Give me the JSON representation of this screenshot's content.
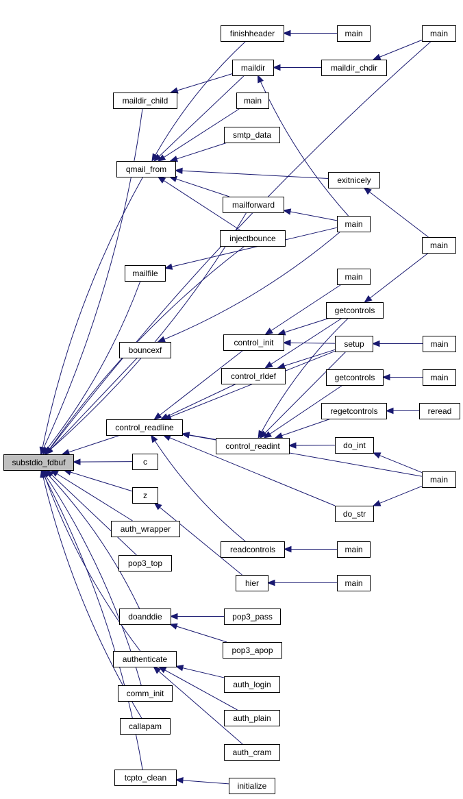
{
  "diagram": {
    "root": "substdio_fdbuf",
    "colors": {
      "edge": "#191970",
      "node_fill": "#ffffff",
      "root_fill": "#bfbfbf",
      "border": "#000000"
    },
    "nodes": [
      {
        "id": "substdio_fdbuf",
        "label": "substdio_fdbuf"
      },
      {
        "id": "finishheader",
        "label": "finishheader"
      },
      {
        "id": "main_a",
        "label": "main"
      },
      {
        "id": "main_b",
        "label": "main"
      },
      {
        "id": "maildir",
        "label": "maildir"
      },
      {
        "id": "maildir_chdir",
        "label": "maildir_chdir"
      },
      {
        "id": "maildir_child",
        "label": "maildir_child"
      },
      {
        "id": "main_c",
        "label": "main"
      },
      {
        "id": "smtp_data",
        "label": "smtp_data"
      },
      {
        "id": "qmail_from",
        "label": "qmail_from"
      },
      {
        "id": "exitnicely",
        "label": "exitnicely"
      },
      {
        "id": "mailforward",
        "label": "mailforward"
      },
      {
        "id": "main_d",
        "label": "main"
      },
      {
        "id": "injectbounce",
        "label": "injectbounce"
      },
      {
        "id": "main_e",
        "label": "main"
      },
      {
        "id": "mailfile",
        "label": "mailfile"
      },
      {
        "id": "main_f",
        "label": "main"
      },
      {
        "id": "getcontrols_a",
        "label": "getcontrols"
      },
      {
        "id": "control_init",
        "label": "control_init"
      },
      {
        "id": "setup",
        "label": "setup"
      },
      {
        "id": "main_g",
        "label": "main"
      },
      {
        "id": "bouncexf",
        "label": "bouncexf"
      },
      {
        "id": "control_rldef",
        "label": "control_rldef"
      },
      {
        "id": "getcontrols_b",
        "label": "getcontrols"
      },
      {
        "id": "main_h",
        "label": "main"
      },
      {
        "id": "regetcontrols",
        "label": "regetcontrols"
      },
      {
        "id": "reread",
        "label": "reread"
      },
      {
        "id": "control_readline",
        "label": "control_readline"
      },
      {
        "id": "control_readint",
        "label": "control_readint"
      },
      {
        "id": "do_int",
        "label": "do_int"
      },
      {
        "id": "c",
        "label": "c"
      },
      {
        "id": "main_i",
        "label": "main"
      },
      {
        "id": "z",
        "label": "z"
      },
      {
        "id": "do_str",
        "label": "do_str"
      },
      {
        "id": "auth_wrapper",
        "label": "auth_wrapper"
      },
      {
        "id": "readcontrols",
        "label": "readcontrols"
      },
      {
        "id": "main_j",
        "label": "main"
      },
      {
        "id": "pop3_top",
        "label": "pop3_top"
      },
      {
        "id": "hier",
        "label": "hier"
      },
      {
        "id": "main_k",
        "label": "main"
      },
      {
        "id": "doanddie",
        "label": "doanddie"
      },
      {
        "id": "pop3_pass",
        "label": "pop3_pass"
      },
      {
        "id": "pop3_apop",
        "label": "pop3_apop"
      },
      {
        "id": "authenticate",
        "label": "authenticate"
      },
      {
        "id": "auth_login",
        "label": "auth_login"
      },
      {
        "id": "comm_init",
        "label": "comm_init"
      },
      {
        "id": "auth_plain",
        "label": "auth_plain"
      },
      {
        "id": "callapam",
        "label": "callapam"
      },
      {
        "id": "auth_cram",
        "label": "auth_cram"
      },
      {
        "id": "tcpto_clean",
        "label": "tcpto_clean"
      },
      {
        "id": "initialize",
        "label": "initialize"
      }
    ],
    "edges": [
      {
        "from": "main_a",
        "to": "finishheader"
      },
      {
        "from": "maildir_chdir",
        "to": "maildir"
      },
      {
        "from": "main_b",
        "to": "maildir_chdir"
      },
      {
        "from": "maildir",
        "to": "maildir_child"
      },
      {
        "from": "finishheader",
        "to": "qmail_from"
      },
      {
        "from": "maildir",
        "to": "qmail_from"
      },
      {
        "from": "main_c",
        "to": "qmail_from"
      },
      {
        "from": "smtp_data",
        "to": "qmail_from"
      },
      {
        "from": "exitnicely",
        "to": "qmail_from"
      },
      {
        "from": "mailforward",
        "to": "qmail_from"
      },
      {
        "from": "injectbounce",
        "to": "qmail_from"
      },
      {
        "from": "main_d",
        "to": "exitnicely"
      },
      {
        "from": "main_e",
        "to": "mailforward"
      },
      {
        "from": "main_e",
        "to": "maildir"
      },
      {
        "from": "main_e",
        "to": "mailfile"
      },
      {
        "from": "main_e",
        "to": "bouncexf"
      },
      {
        "from": "main_f",
        "to": "control_init"
      },
      {
        "from": "getcontrols_a",
        "to": "control_init"
      },
      {
        "from": "setup",
        "to": "control_init"
      },
      {
        "from": "main_g",
        "to": "setup"
      },
      {
        "from": "main_d",
        "to": "getcontrols_a"
      },
      {
        "from": "getcontrols_a",
        "to": "control_rldef"
      },
      {
        "from": "setup",
        "to": "control_rldef"
      },
      {
        "from": "main_h",
        "to": "getcontrols_b"
      },
      {
        "from": "reread",
        "to": "regetcontrols"
      },
      {
        "from": "control_init",
        "to": "control_readline"
      },
      {
        "from": "control_rldef",
        "to": "control_readline"
      },
      {
        "from": "setup",
        "to": "control_readline"
      },
      {
        "from": "control_readint",
        "to": "control_readline"
      },
      {
        "from": "main_i",
        "to": "control_readline"
      },
      {
        "from": "do_str",
        "to": "control_readline"
      },
      {
        "from": "readcontrols",
        "to": "control_readline"
      },
      {
        "from": "getcontrols_a",
        "to": "control_readint"
      },
      {
        "from": "setup",
        "to": "control_readint"
      },
      {
        "from": "getcontrols_b",
        "to": "control_readint"
      },
      {
        "from": "regetcontrols",
        "to": "control_readint"
      },
      {
        "from": "do_int",
        "to": "control_readint"
      },
      {
        "from": "main_i",
        "to": "do_int"
      },
      {
        "from": "main_i",
        "to": "do_str"
      },
      {
        "from": "main_j",
        "to": "readcontrols"
      },
      {
        "from": "hier",
        "to": "z"
      },
      {
        "from": "main_k",
        "to": "hier"
      },
      {
        "from": "pop3_pass",
        "to": "doanddie"
      },
      {
        "from": "pop3_apop",
        "to": "doanddie"
      },
      {
        "from": "auth_login",
        "to": "authenticate"
      },
      {
        "from": "auth_plain",
        "to": "authenticate"
      },
      {
        "from": "auth_cram",
        "to": "authenticate"
      },
      {
        "from": "initialize",
        "to": "tcpto_clean"
      },
      {
        "from": "main_b",
        "to": "substdio_fdbuf"
      },
      {
        "from": "maildir_child",
        "to": "substdio_fdbuf"
      },
      {
        "from": "qmail_from",
        "to": "substdio_fdbuf"
      },
      {
        "from": "mailforward",
        "to": "substdio_fdbuf"
      },
      {
        "from": "injectbounce",
        "to": "substdio_fdbuf"
      },
      {
        "from": "mailfile",
        "to": "substdio_fdbuf"
      },
      {
        "from": "bouncexf",
        "to": "substdio_fdbuf"
      },
      {
        "from": "control_readline",
        "to": "substdio_fdbuf"
      },
      {
        "from": "c",
        "to": "substdio_fdbuf"
      },
      {
        "from": "z",
        "to": "substdio_fdbuf"
      },
      {
        "from": "auth_wrapper",
        "to": "substdio_fdbuf"
      },
      {
        "from": "pop3_top",
        "to": "substdio_fdbuf"
      },
      {
        "from": "doanddie",
        "to": "substdio_fdbuf"
      },
      {
        "from": "authenticate",
        "to": "substdio_fdbuf"
      },
      {
        "from": "comm_init",
        "to": "substdio_fdbuf"
      },
      {
        "from": "callapam",
        "to": "substdio_fdbuf"
      },
      {
        "from": "tcpto_clean",
        "to": "substdio_fdbuf"
      }
    ]
  }
}
